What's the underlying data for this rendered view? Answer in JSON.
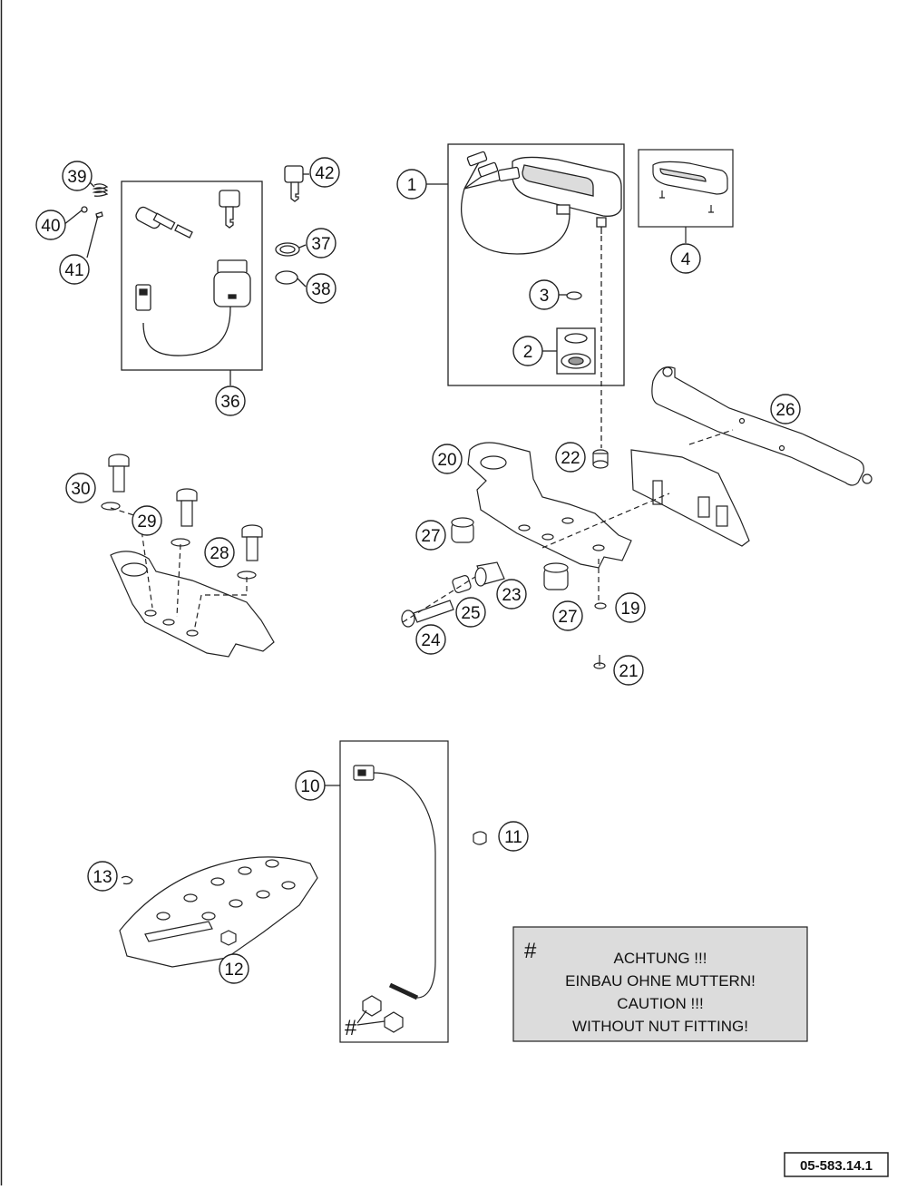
{
  "diagram": {
    "callouts": [
      {
        "id": "c1",
        "label": "1"
      },
      {
        "id": "c2",
        "label": "2"
      },
      {
        "id": "c3",
        "label": "3"
      },
      {
        "id": "c4",
        "label": "4"
      },
      {
        "id": "c10",
        "label": "10"
      },
      {
        "id": "c11",
        "label": "11"
      },
      {
        "id": "c12",
        "label": "12"
      },
      {
        "id": "c13",
        "label": "13"
      },
      {
        "id": "c19",
        "label": "19"
      },
      {
        "id": "c20",
        "label": "20"
      },
      {
        "id": "c21",
        "label": "21"
      },
      {
        "id": "c22",
        "label": "22"
      },
      {
        "id": "c23",
        "label": "23"
      },
      {
        "id": "c24",
        "label": "24"
      },
      {
        "id": "c25",
        "label": "25"
      },
      {
        "id": "c26",
        "label": "26"
      },
      {
        "id": "c27a",
        "label": "27"
      },
      {
        "id": "c27b",
        "label": "27"
      },
      {
        "id": "c28",
        "label": "28"
      },
      {
        "id": "c29",
        "label": "29"
      },
      {
        "id": "c30",
        "label": "30"
      },
      {
        "id": "c36",
        "label": "36"
      },
      {
        "id": "c37",
        "label": "37"
      },
      {
        "id": "c38",
        "label": "38"
      },
      {
        "id": "c39",
        "label": "39"
      },
      {
        "id": "c40",
        "label": "40"
      },
      {
        "id": "c41",
        "label": "41"
      },
      {
        "id": "c42",
        "label": "42"
      }
    ],
    "note": {
      "symbol": "#",
      "lines": [
        "ACHTUNG !!!",
        "EINBAU OHNE MUTTERN!",
        "CAUTION !!!",
        "WITHOUT NUT FITTING!"
      ]
    },
    "sensor_marker": "#",
    "reference": "05-583.14.1"
  },
  "colors": {
    "line": "#222222",
    "part_fill": "#ffffff",
    "note_bg": "#dcdcdc",
    "shade": "#9a9a9a"
  }
}
